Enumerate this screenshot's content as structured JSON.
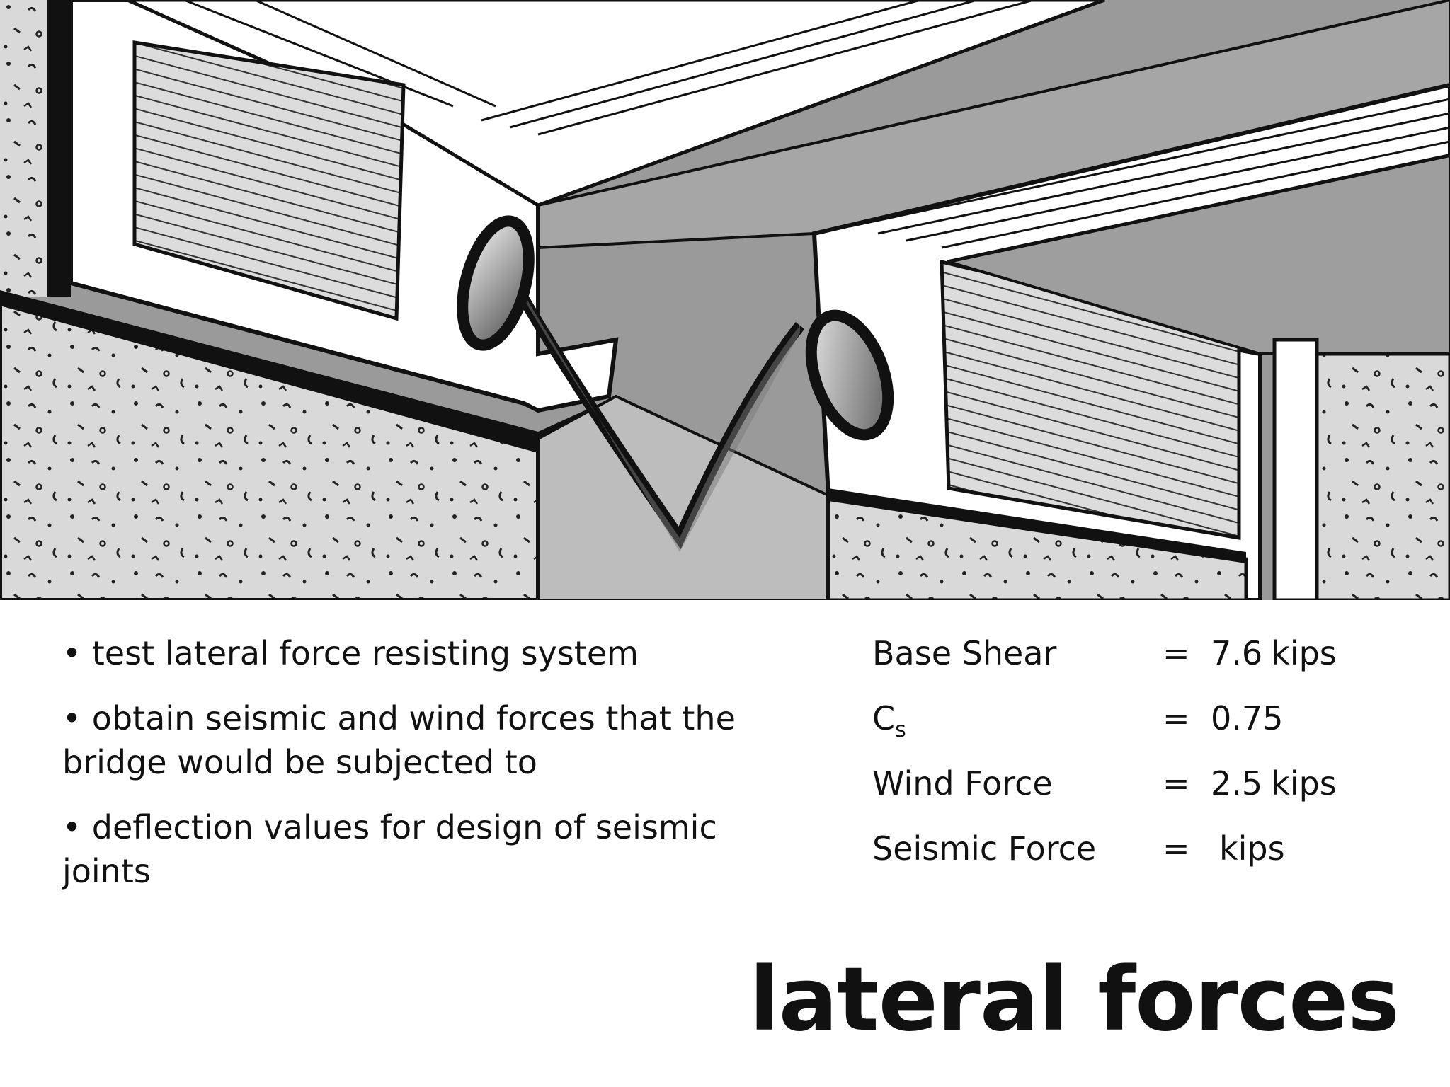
{
  "bullets": [
    "• test lateral force resisting system",
    "• obtain seismic and wind forces that the bridge would be subjected to",
    "• deflection values for design of seismic joints"
  ],
  "values": [
    {
      "label": "Base Shear",
      "sub": "",
      "eq": "=",
      "value": "7.6",
      "unit": "kips"
    },
    {
      "label": "C",
      "sub": "s",
      "eq": "=",
      "value": "0.75",
      "unit": ""
    },
    {
      "label": "Wind Force",
      "sub": "",
      "eq": "=",
      "value": "2.5",
      "unit": "kips"
    },
    {
      "label": "Seismic Force",
      "sub": "",
      "eq": "=",
      "value": "",
      "unit": "kips"
    }
  ],
  "title": "lateral forces"
}
